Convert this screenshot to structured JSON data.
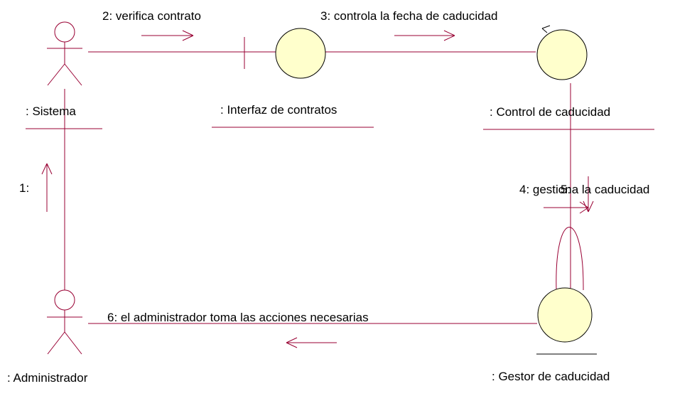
{
  "colors": {
    "line": "#990033",
    "object_fill": "#ffffcc",
    "object_stroke": "#000000",
    "text": "#000000",
    "background": "#ffffff"
  },
  "objects": {
    "sistema": ": Sistema",
    "interfaz": ": Interfaz de contratos",
    "control": ": Control de caducidad",
    "gestor": ": Gestor de caducidad",
    "administrador": ": Administrador"
  },
  "messages": {
    "m1": "1:",
    "m2": "2: verifica contrato",
    "m3": "3: controla la fecha de caducidad",
    "m4": "4: gestiona la caducidad",
    "m5": "5:",
    "m6": "6: el administrador toma las acciones necesarias"
  }
}
